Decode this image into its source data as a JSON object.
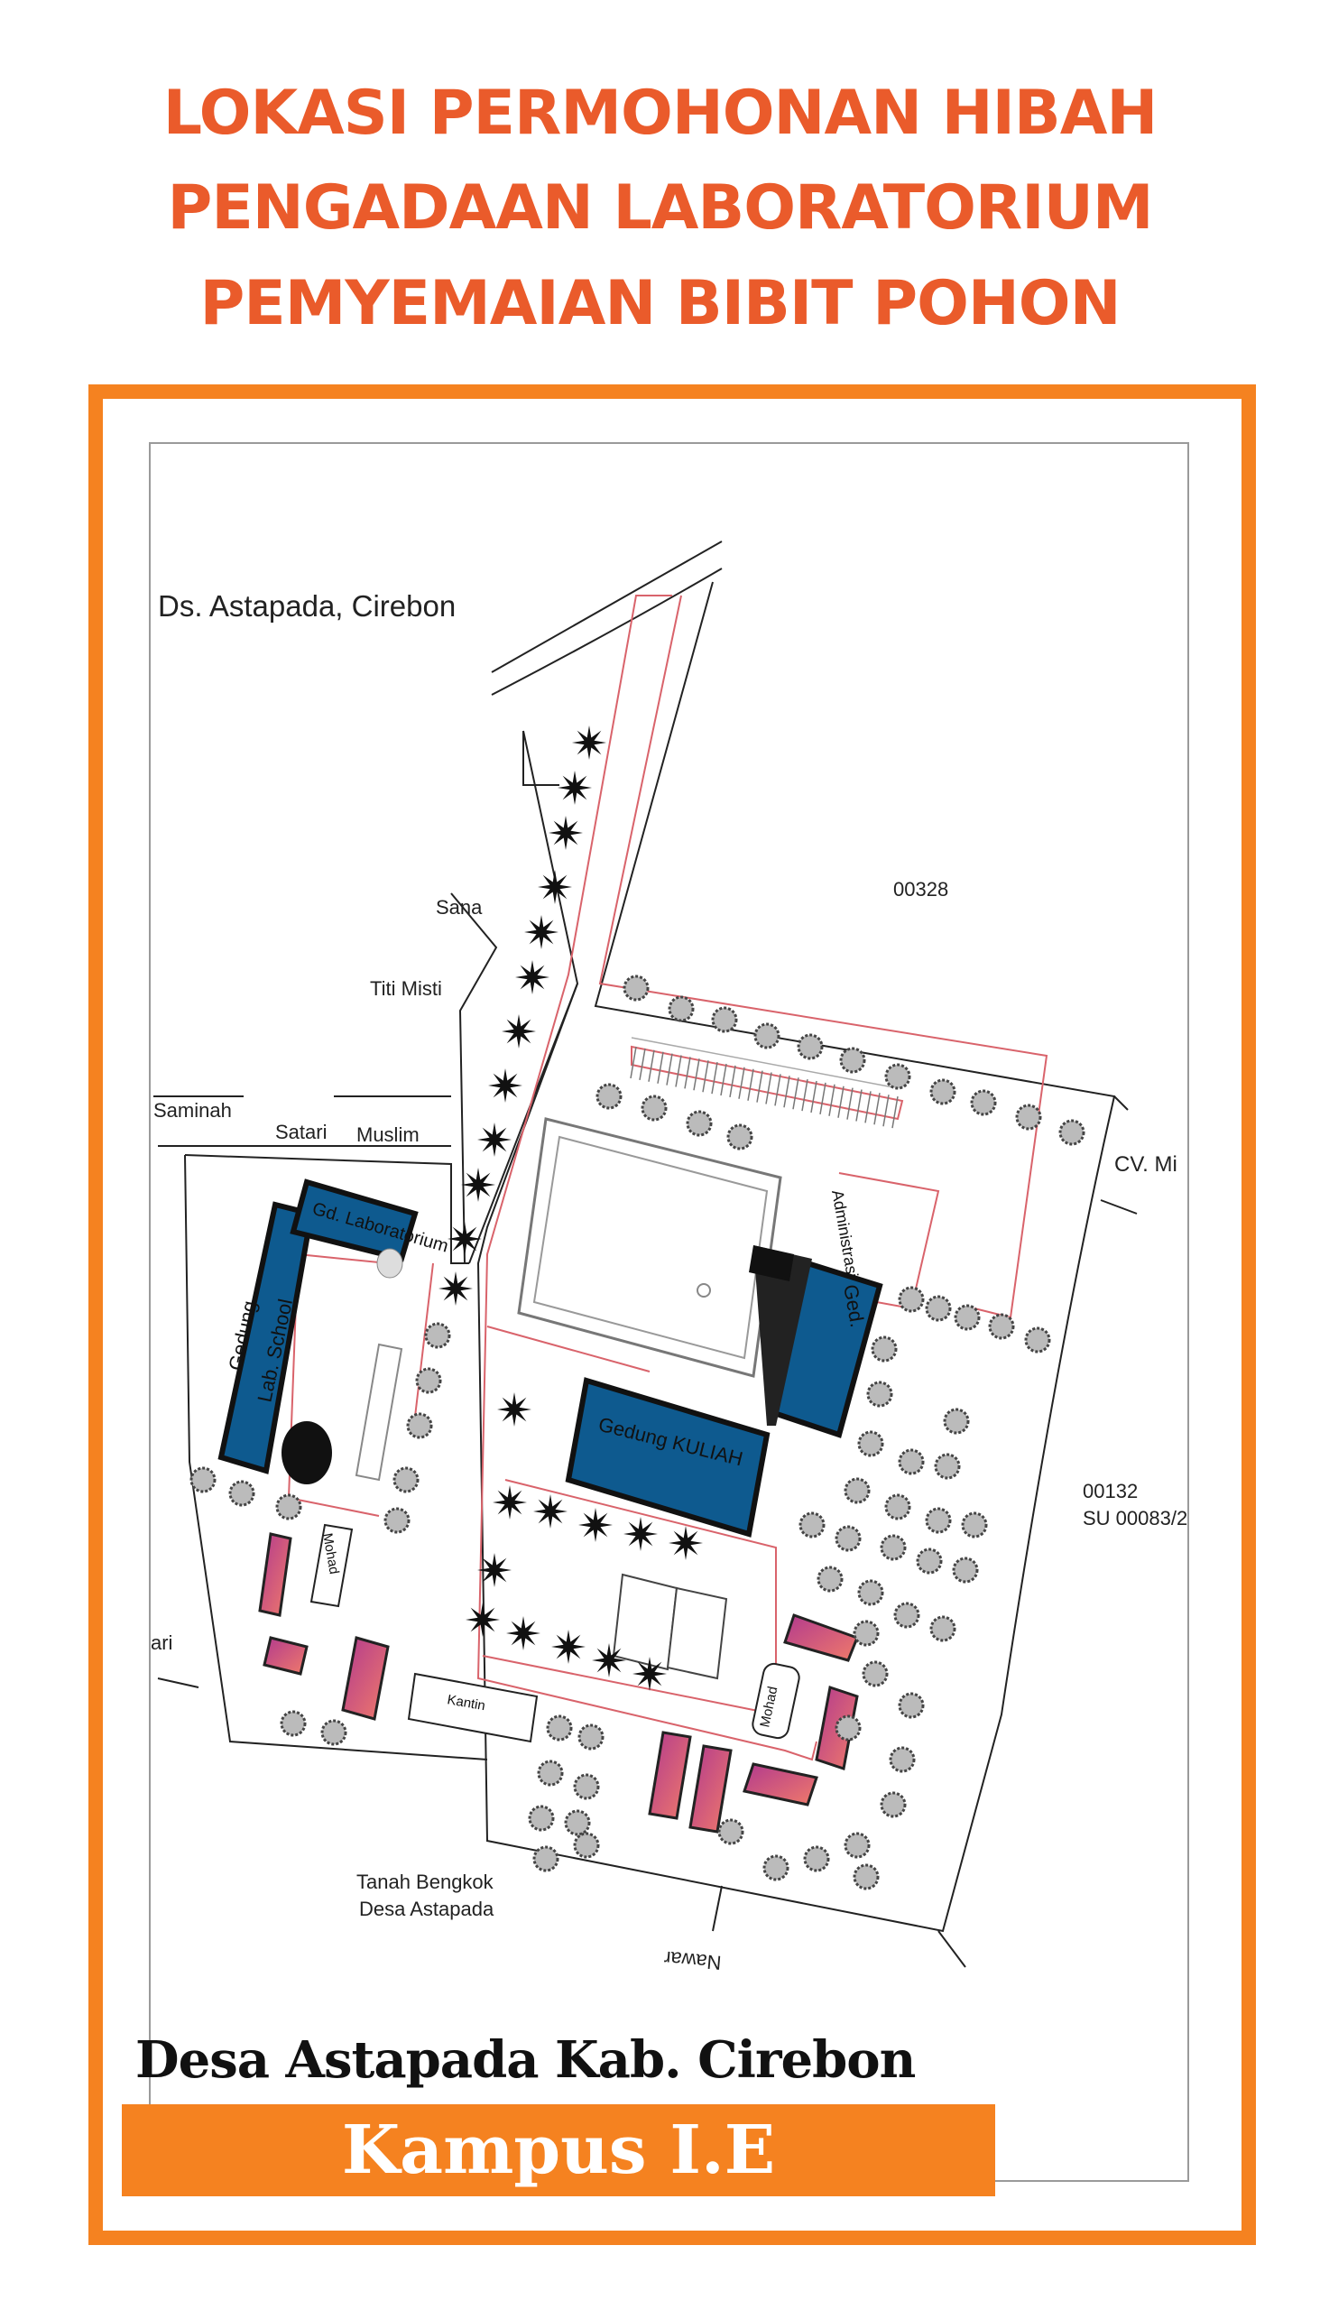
{
  "title": {
    "line1": "LOKASI PERMOHONAN HIBAH",
    "line2": "PENGADAAN LABORATORIUM",
    "line3": "PEMYEMAIAN BIBIT POHON"
  },
  "map": {
    "place_label": "Ds. Astapada, Cirebon",
    "parcels": {
      "north": "00328",
      "east_1": "00132",
      "east_2": "SU 00083/2",
      "tanah_1": "Tanah Bengkok",
      "tanah_2": "Desa Astapada"
    },
    "neighbors": {
      "sana": "Sana",
      "titi": "Titi Misti",
      "saminah": "Saminah",
      "satari": "Satari",
      "muslim": "Muslim",
      "cv": "CV. Mi",
      "ari": "ari",
      "nawar": "Nawar"
    },
    "buildings": {
      "lab": "Gd. Laboratorium",
      "lab_school_1": "Gedung",
      "lab_school_2": "Lab. School",
      "kuliah": "Gedung KULIAH",
      "adm_1": "Ged.",
      "adm_2": "Administrasi",
      "mohad_west": "Mohad",
      "mohad_east": "Mohad",
      "kantin": "Kantin"
    },
    "colors": {
      "building": "#0e5a8f",
      "dorm": "#d0508a",
      "path": "#d9636b",
      "accent": "#f58220"
    }
  },
  "footer": {
    "desa": "Desa Astapada Kab. Cirebon",
    "kampus": "Kampus I.E"
  }
}
